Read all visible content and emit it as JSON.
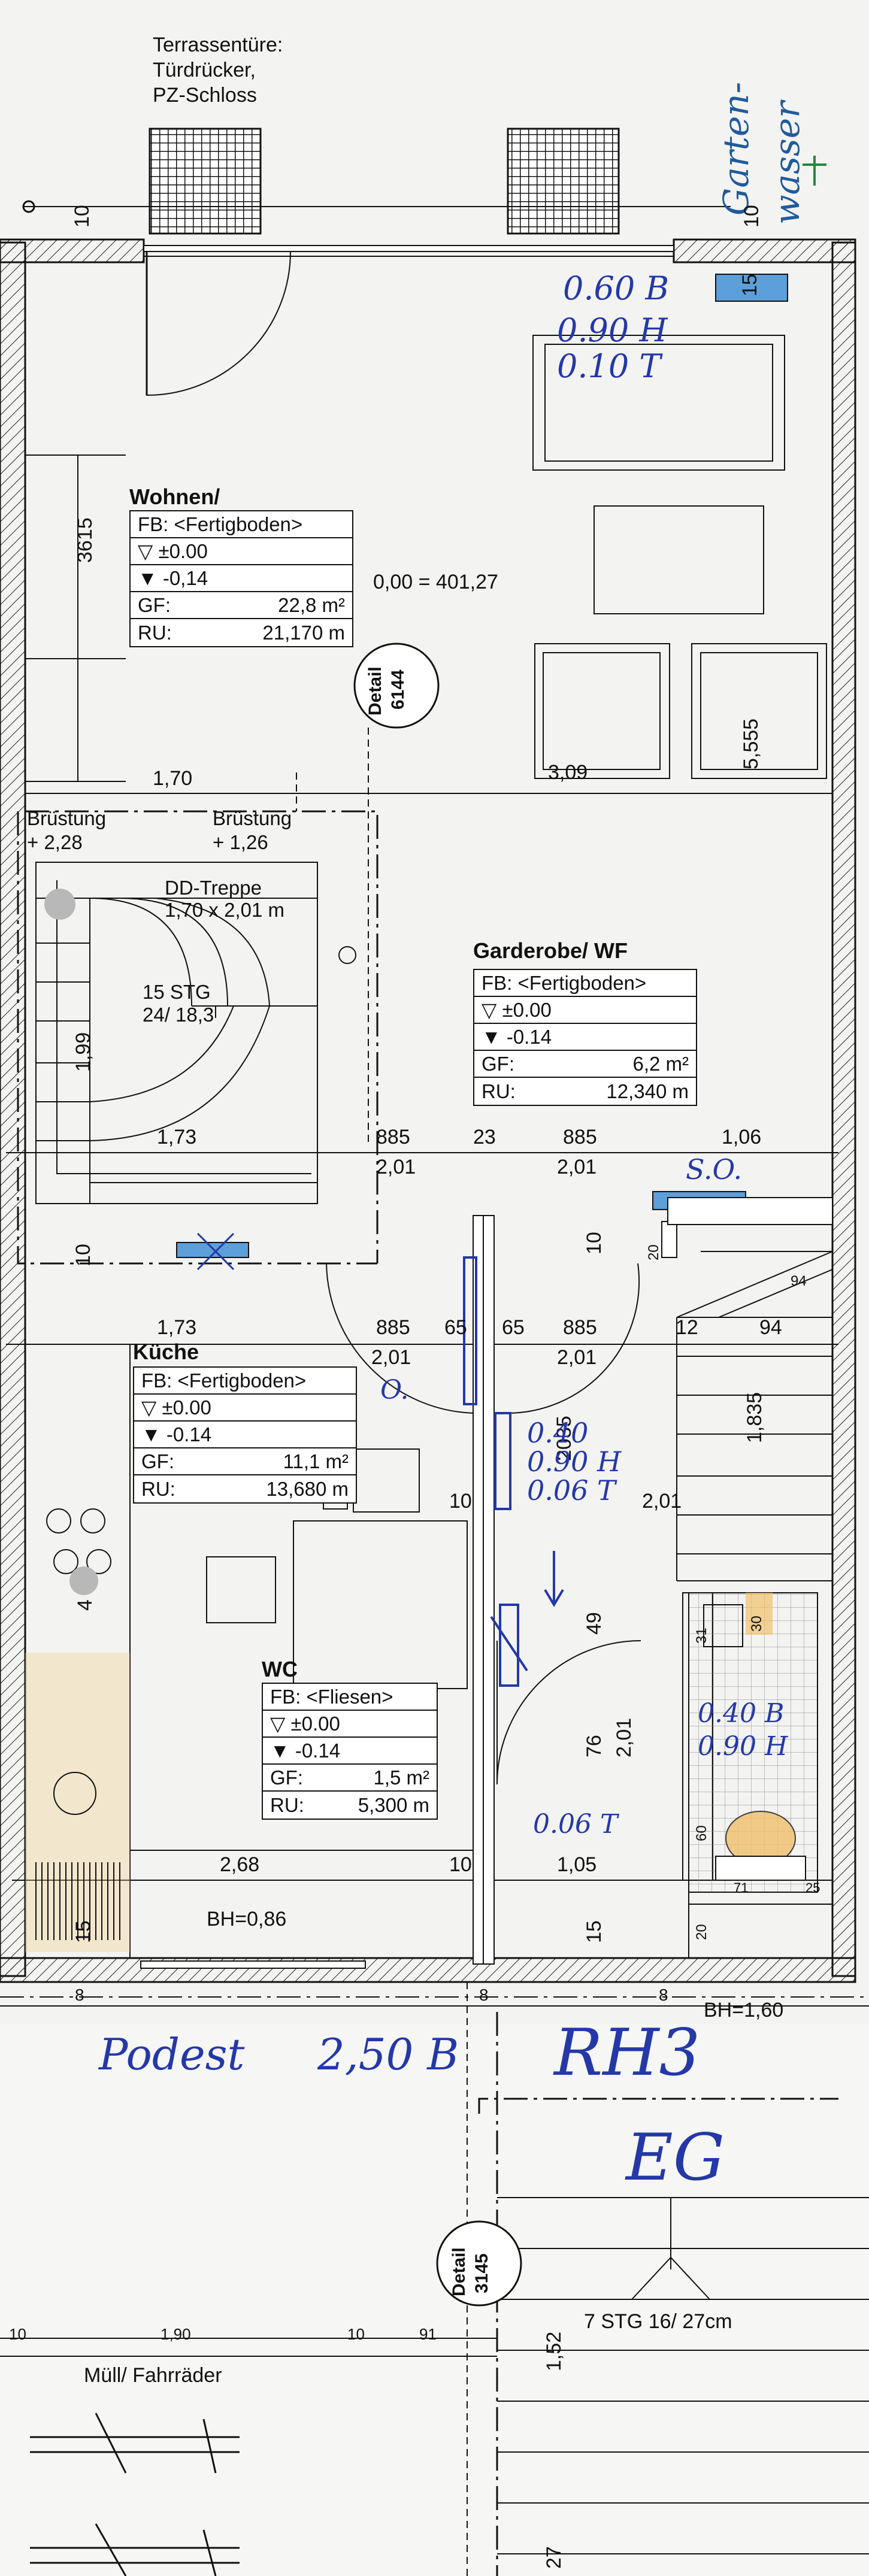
{
  "note": {
    "door_title": "Terrassentüre:",
    "door_line2": "Türdrücker,",
    "door_line3": "PZ-Schloss"
  },
  "handwritten": {
    "gartenwasser_1": "Garten-",
    "gartenwasser_2": "wasser",
    "window_top_1": "0.60 B",
    "window_top_2": "0.90 H",
    "window_top_3": "0.10 T",
    "window_mid_1": "0.40",
    "window_mid_2": "0.90 H",
    "window_mid_3": "0.06 T",
    "window_wc_1": "0.40 B",
    "window_wc_2": "0.90 H",
    "window_wc_3": "0.06 T",
    "label_so": "S.O.",
    "label_o": "O.",
    "podest": "Podest",
    "podest_dim": "2,50 B",
    "house": "RH3",
    "floor": "EG"
  },
  "rooms": {
    "wohnen": {
      "name": "Wohnen/",
      "fb": "FB: <Fertigboden>",
      "level1": "±0.00",
      "level2": "-0,14",
      "gf_label": "GF:",
      "gf": "22,8 m²",
      "ru_label": "RU:",
      "ru": "21,170 m"
    },
    "garderobe": {
      "name": "Garderobe/ WF",
      "fb": "FB: <Fertigboden>",
      "level1": "±0.00",
      "level2": "-0.14",
      "gf_label": "GF:",
      "gf": "6,2 m²",
      "ru_label": "RU:",
      "ru": "12,340 m"
    },
    "kueche": {
      "name": "Küche",
      "fb": "FB: <Fertigboden>",
      "level1": "±0.00",
      "level2": "-0.14",
      "gf_label": "GF:",
      "gf": "11,1 m²",
      "ru_label": "RU:",
      "ru": "13,680 m"
    },
    "wc": {
      "name": "WC",
      "fb": "FB: <Fliesen>",
      "level1": "±0.00",
      "level2": "-0.14",
      "gf_label": "GF:",
      "gf": "1,5 m²",
      "ru_label": "RU:",
      "ru": "5,300 m"
    }
  },
  "labels": {
    "elevation": "0,00 = 401,27",
    "detail_top_1": "Detail",
    "detail_top_2": "6144",
    "detail_bottom_1": "Detail",
    "detail_bottom_2": "3145",
    "bruestung_left": "Brüstung",
    "bruestung_left_val": "+ 2,28",
    "bruestung_right": "Brüstung",
    "bruestung_right_val": "+ 1,26",
    "dd_treppe": "DD-Treppe",
    "dd_treppe_dim": "1,70 x 2,01 m",
    "stairs_top_1": "15 STG",
    "stairs_top_2": "24/ 18,3",
    "stairs_bottom": "7 STG 16/ 27cm",
    "bh_left": "BH=0,86",
    "bh_right": "BH=1,60",
    "muell": "Müll/ Fahrräder"
  },
  "dims": {
    "d10a": "10",
    "d10b": "10",
    "d15a": "15",
    "d3615": "3615",
    "d5555": "5,555",
    "d170": "1,70",
    "d309": "3,09",
    "d199": "1,99",
    "d173a": "1,73",
    "d885a": "885",
    "d201a": "2,01",
    "d23": "23",
    "d885b": "885",
    "d201b": "2,01",
    "d106": "1,06",
    "d10c": "10",
    "d10d": "10",
    "d20": "20",
    "d94a": "94",
    "d173b": "1,73",
    "d885c": "885",
    "d201c": "2,01",
    "d65a": "65",
    "d65b": "65",
    "d885d": "885",
    "d201d": "2,01",
    "d12": "12",
    "d94b": "94",
    "d2035": "2035",
    "d1835": "1,835",
    "d10e": "10",
    "d201e": "2,01",
    "d4": "4",
    "d49": "49",
    "d76": "76",
    "d201f": "2,01",
    "d31": "31",
    "d30": "30",
    "d268": "2,68",
    "d10f": "10",
    "d105": "1,05",
    "d15b": "15",
    "d15c": "15",
    "d20b": "20",
    "d60": "60",
    "d71": "71",
    "d25": "25",
    "d8a": "8",
    "d8b": "8",
    "d8c": "8",
    "d190": "1,90",
    "d10g": "10",
    "d10h": "10",
    "d91": "91",
    "d152": "1,52",
    "d27": "27"
  }
}
